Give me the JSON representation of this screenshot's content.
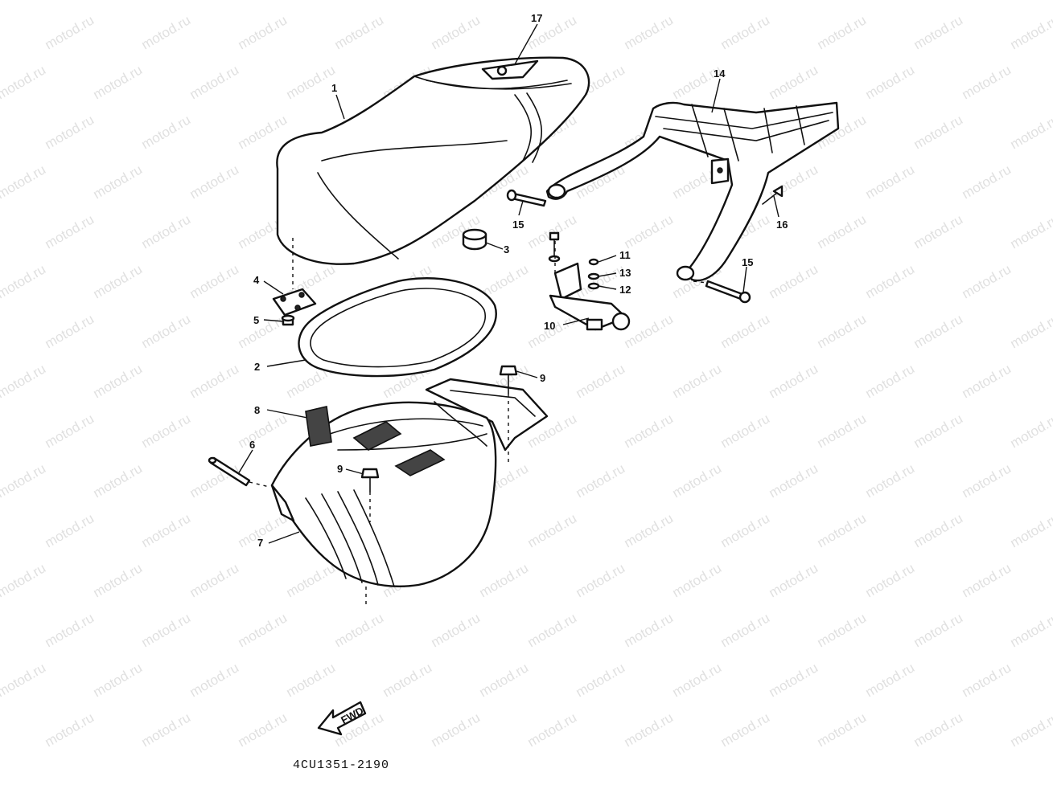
{
  "watermark": "motod.ru",
  "diagram_code": "4CU1351-2190",
  "fwd_label": "FWD",
  "callouts": [
    {
      "id": "c1",
      "label": "1"
    },
    {
      "id": "c2",
      "label": "2"
    },
    {
      "id": "c3",
      "label": "3"
    },
    {
      "id": "c4",
      "label": "4"
    },
    {
      "id": "c5",
      "label": "5"
    },
    {
      "id": "c6",
      "label": "6"
    },
    {
      "id": "c7",
      "label": "7"
    },
    {
      "id": "c8",
      "label": "8"
    },
    {
      "id": "c9a",
      "label": "9"
    },
    {
      "id": "c9b",
      "label": "9"
    },
    {
      "id": "c10",
      "label": "10"
    },
    {
      "id": "c11",
      "label": "11"
    },
    {
      "id": "c12",
      "label": "12"
    },
    {
      "id": "c13",
      "label": "13"
    },
    {
      "id": "c14",
      "label": "14"
    },
    {
      "id": "c15a",
      "label": "15"
    },
    {
      "id": "c15b",
      "label": "15"
    },
    {
      "id": "c16",
      "label": "16"
    },
    {
      "id": "c17",
      "label": "17"
    }
  ]
}
